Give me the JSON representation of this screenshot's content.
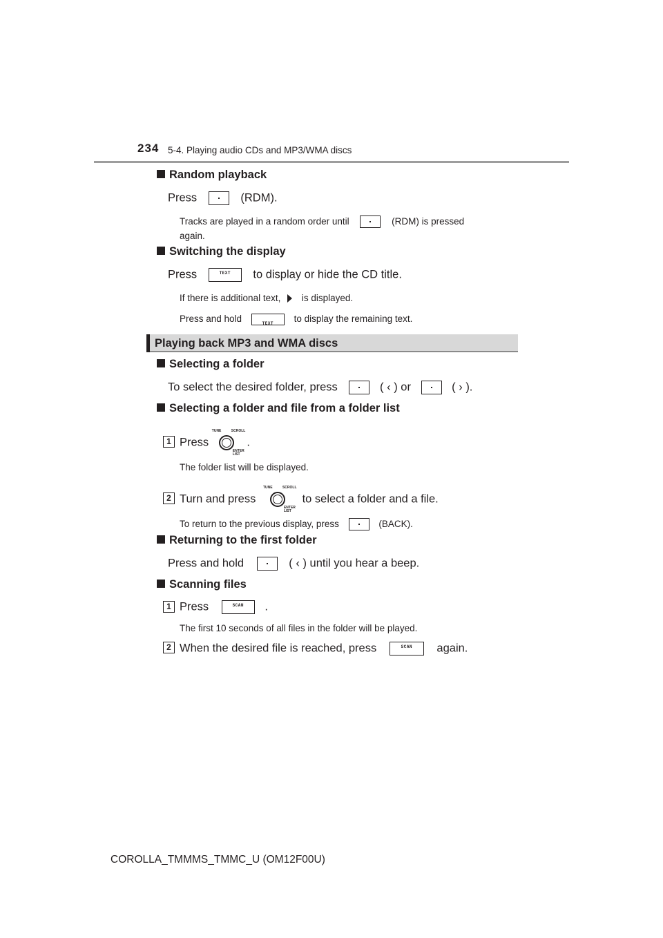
{
  "header": {
    "page_number": "234",
    "section": "5-4. Playing audio CDs and MP3/WMA discs"
  },
  "random": {
    "heading": "Random playback",
    "instruction_pre": "Press",
    "instruction_post": "(RDM).",
    "note1_pre": "Tracks are played in a random order until",
    "note1_post": "(RDM) is pressed",
    "note1_line2": "again."
  },
  "display": {
    "heading": "Switching the display",
    "instruction_pre": "Press",
    "instruction_post": "to display or hide the CD title.",
    "note1_pre": "If there is additional text,",
    "note1_post": "is displayed.",
    "note2_pre": "Press and hold",
    "note2_post": "to display the remaining text.",
    "button_label": "TEXT"
  },
  "mp3_section": {
    "title": "Playing back MP3 and WMA discs"
  },
  "folder": {
    "heading": "Selecting a folder",
    "instruction_pre": "To select the desired folder, press",
    "paren_left": "(",
    "paren_mid": ") or",
    "paren_left2": "(",
    "paren_end": ").",
    "chevron_left": "‹",
    "chevron_right": "›"
  },
  "folder_list": {
    "heading": "Selecting a folder and file from a folder list",
    "step1_num": "1",
    "step1_pre": "Press",
    "step1_post": ".",
    "step1_note": "The folder list will be displayed.",
    "step2_num": "2",
    "step2_pre": "Turn and press",
    "step2_post": "to select a folder and a file.",
    "step2_note_pre": "To return to the previous display, press",
    "step2_note_post": "(BACK).",
    "knob_tune": "TUNE",
    "knob_scroll": "SCROLL",
    "knob_enter": "ENTER",
    "knob_list": "LIST"
  },
  "first_folder": {
    "heading": "Returning to the first folder",
    "instruction_pre": "Press and hold",
    "paren_left": "(",
    "instruction_post": ") until you hear a beep.",
    "chevron_left": "‹"
  },
  "scanning": {
    "heading": "Scanning files",
    "step1_num": "1",
    "step1_pre": "Press",
    "step1_post": ".",
    "step1_note": "The first 10 seconds of all files in the folder will be played.",
    "step2_num": "2",
    "step2_pre": "When the desired file is reached, press",
    "step2_post": "again.",
    "button_label": "SCAN"
  },
  "footer": {
    "text": "COROLLA_TMMMS_TMMC_U (OM12F00U)"
  }
}
